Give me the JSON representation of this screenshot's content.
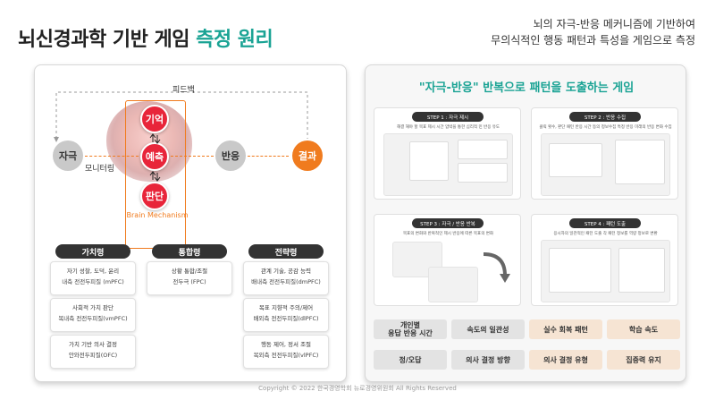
{
  "header": {
    "title_main": "뇌신경과학 기반 게임 ",
    "title_accent": "측정 원리",
    "subtitle_line1": "뇌의 자극-반응 메커니즘에 기반하여",
    "subtitle_line2": "무의식적인 행동 패턴과 특성을 게임으로 측정"
  },
  "diagram": {
    "feedback_label": "피드백",
    "stimulus": "자극",
    "monitoring": "모니터링",
    "memory": "기억",
    "prediction": "예측",
    "judgment": "판단",
    "response": "반응",
    "result": "결과",
    "mechanism_label": "Brain Mechanism"
  },
  "columns": [
    {
      "header": "가치령",
      "cards": [
        {
          "line1": "자기 성찰, 도덕, 윤리",
          "line2": "내측 전전두피질 (mPFC)"
        },
        {
          "line1": "사회적 가치 판단",
          "line2": "복내측 전전두피질(vmPFC)"
        },
        {
          "line1": "가치 기반 의사 결정",
          "line2": "안와전두피질(OFC)"
        }
      ]
    },
    {
      "header": "통합령",
      "cards": [
        {
          "line1": "상황 통합/조절",
          "line2": "전두극 (FPC)"
        }
      ]
    },
    {
      "header": "전략령",
      "cards": [
        {
          "line1": "관계 기술, 공감 능력",
          "line2": "배내측 전전두피질(dmPFC)"
        },
        {
          "line1": "목표 지향적 주의/제어",
          "line2": "배외측 전전두피질(dlPFC)"
        },
        {
          "line1": "행동 제어, 정서 조절",
          "line2": "복외측 전전두피질(vlPFC)"
        }
      ]
    }
  ],
  "right": {
    "title": "\"자극-반응\" 반복으로 패턴을 도출하는 게임",
    "steps": [
      {
        "badge": "STEP 1 : 자극 제시",
        "desc": "해결 해야 할 목표 제시 시간 압박을 통한 심리적 민 반응 유도"
      },
      {
        "badge": "STEP 2 : 반응 수집",
        "desc": "클릭 횟수, 판단 패턴 반응 시간 등의 정보수집 특정 반응 미래의 반응 변화 수집"
      },
      {
        "badge": "STEP 3 : 자극 / 반응 반복",
        "desc": "목표의 변화와 반복적인 제시 반응에 따른 목표의 변화"
      },
      {
        "badge": "STEP 4 : 패턴 도출",
        "desc": "응시자의 일관적인 패턴 도출 각 패턴 정보를 역량 정보로 변환"
      }
    ],
    "metrics_grey": [
      "개인별\n응답 반응 시간",
      "속도의 일관성",
      "정/오답",
      "의사 결정 방향"
    ],
    "metrics_peach": [
      "실수 회복 패턴",
      "학습 속도",
      "의사 결정 유형",
      "집중력 유지"
    ]
  },
  "footer": "Copyright © 2022 한국경영학회 뉴로경영위원회 All Rights Reserved"
}
